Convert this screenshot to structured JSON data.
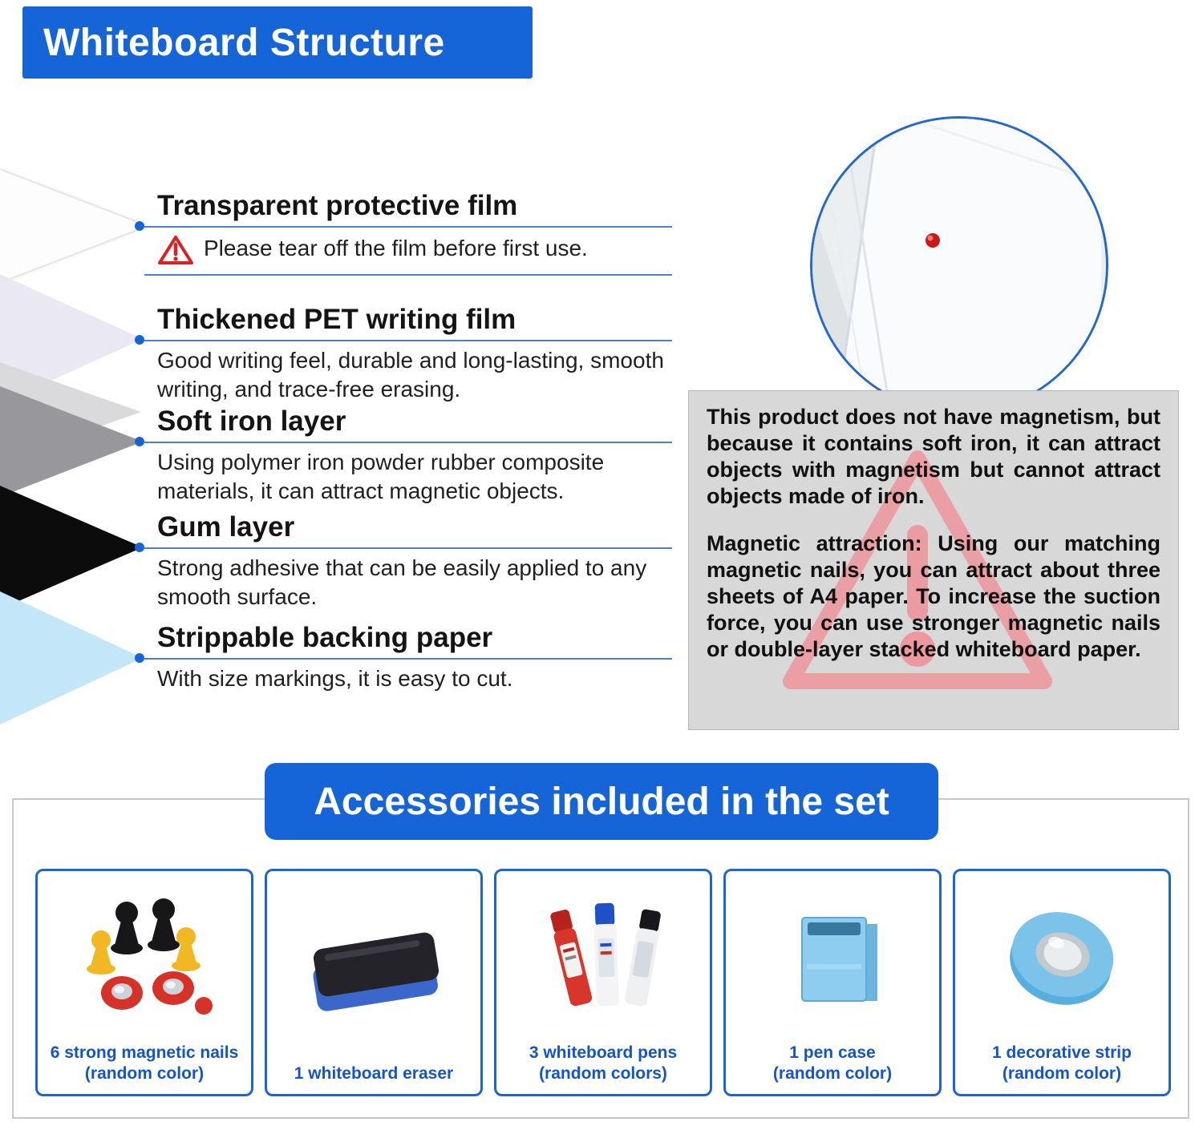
{
  "page": {
    "title": "Whiteboard Structure"
  },
  "layers": [
    {
      "heading": "Transparent protective film",
      "description": "Please tear off the film before first use.",
      "color": "#ffffff"
    },
    {
      "heading": "Thickened PET writing film",
      "description": "Good writing feel, durable and long-lasting, smooth writing, and trace-free erasing.",
      "color": "#eae8f2"
    },
    {
      "heading": "Soft iron layer",
      "description": "Using polymer iron powder rubber composite materials, it can attract magnetic objects.",
      "color": "#98989c"
    },
    {
      "heading": "Gum layer",
      "description": "Strong adhesive that can be easily applied to any smooth surface.",
      "color": "#0c0c0c"
    },
    {
      "heading": "Strippable backing paper",
      "description": "With size markings, it is easy to cut.",
      "color": "#c3e6f8"
    }
  ],
  "notice": {
    "paragraphs": [
      "This product does not have magnetism, but because it contains soft iron, it can attract objects with magnetism but cannot attract objects made of iron.",
      "Magnetic attraction: Using our matching magnetic nails, you can attract about three sheets of A4 paper. To increase the suction force, you can use stronger magnetic nails or double-layer stacked whiteboard paper."
    ]
  },
  "accessories": {
    "title": "Accessories included in the set",
    "items": [
      {
        "name": "6 strong magnetic nails",
        "note": "(random color)"
      },
      {
        "name": "1 whiteboard eraser",
        "note": ""
      },
      {
        "name": "3 whiteboard pens",
        "note": "(random colors)"
      },
      {
        "name": "1 pen case",
        "note": "(random color)"
      },
      {
        "name": "1 decorative strip",
        "note": "(random color)"
      }
    ]
  },
  "icons": {
    "warning": "⚠",
    "caution_watermark": "⚠"
  },
  "colors": {
    "accent_blue": "#1565d8",
    "notice_bg": "#d8d8d8",
    "warning_red": "#dd1f1f",
    "watermark_pink": "#ef9199",
    "label_blue": "#1353cc"
  }
}
